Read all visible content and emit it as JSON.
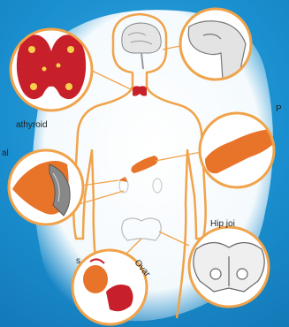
{
  "labels": {
    "parathyroid": "athyroid",
    "adrenal": "al",
    "pancreas_partial": "P",
    "ovary": "Ovar",
    "hip_joint": "Hip joi",
    "left_edge": "s"
  },
  "colors": {
    "background": "#1a8fcf",
    "outline": "#f0a34a",
    "organ": "#e8742a",
    "thyroid": "#c8202a",
    "gland_dot": "#f6d04d"
  }
}
